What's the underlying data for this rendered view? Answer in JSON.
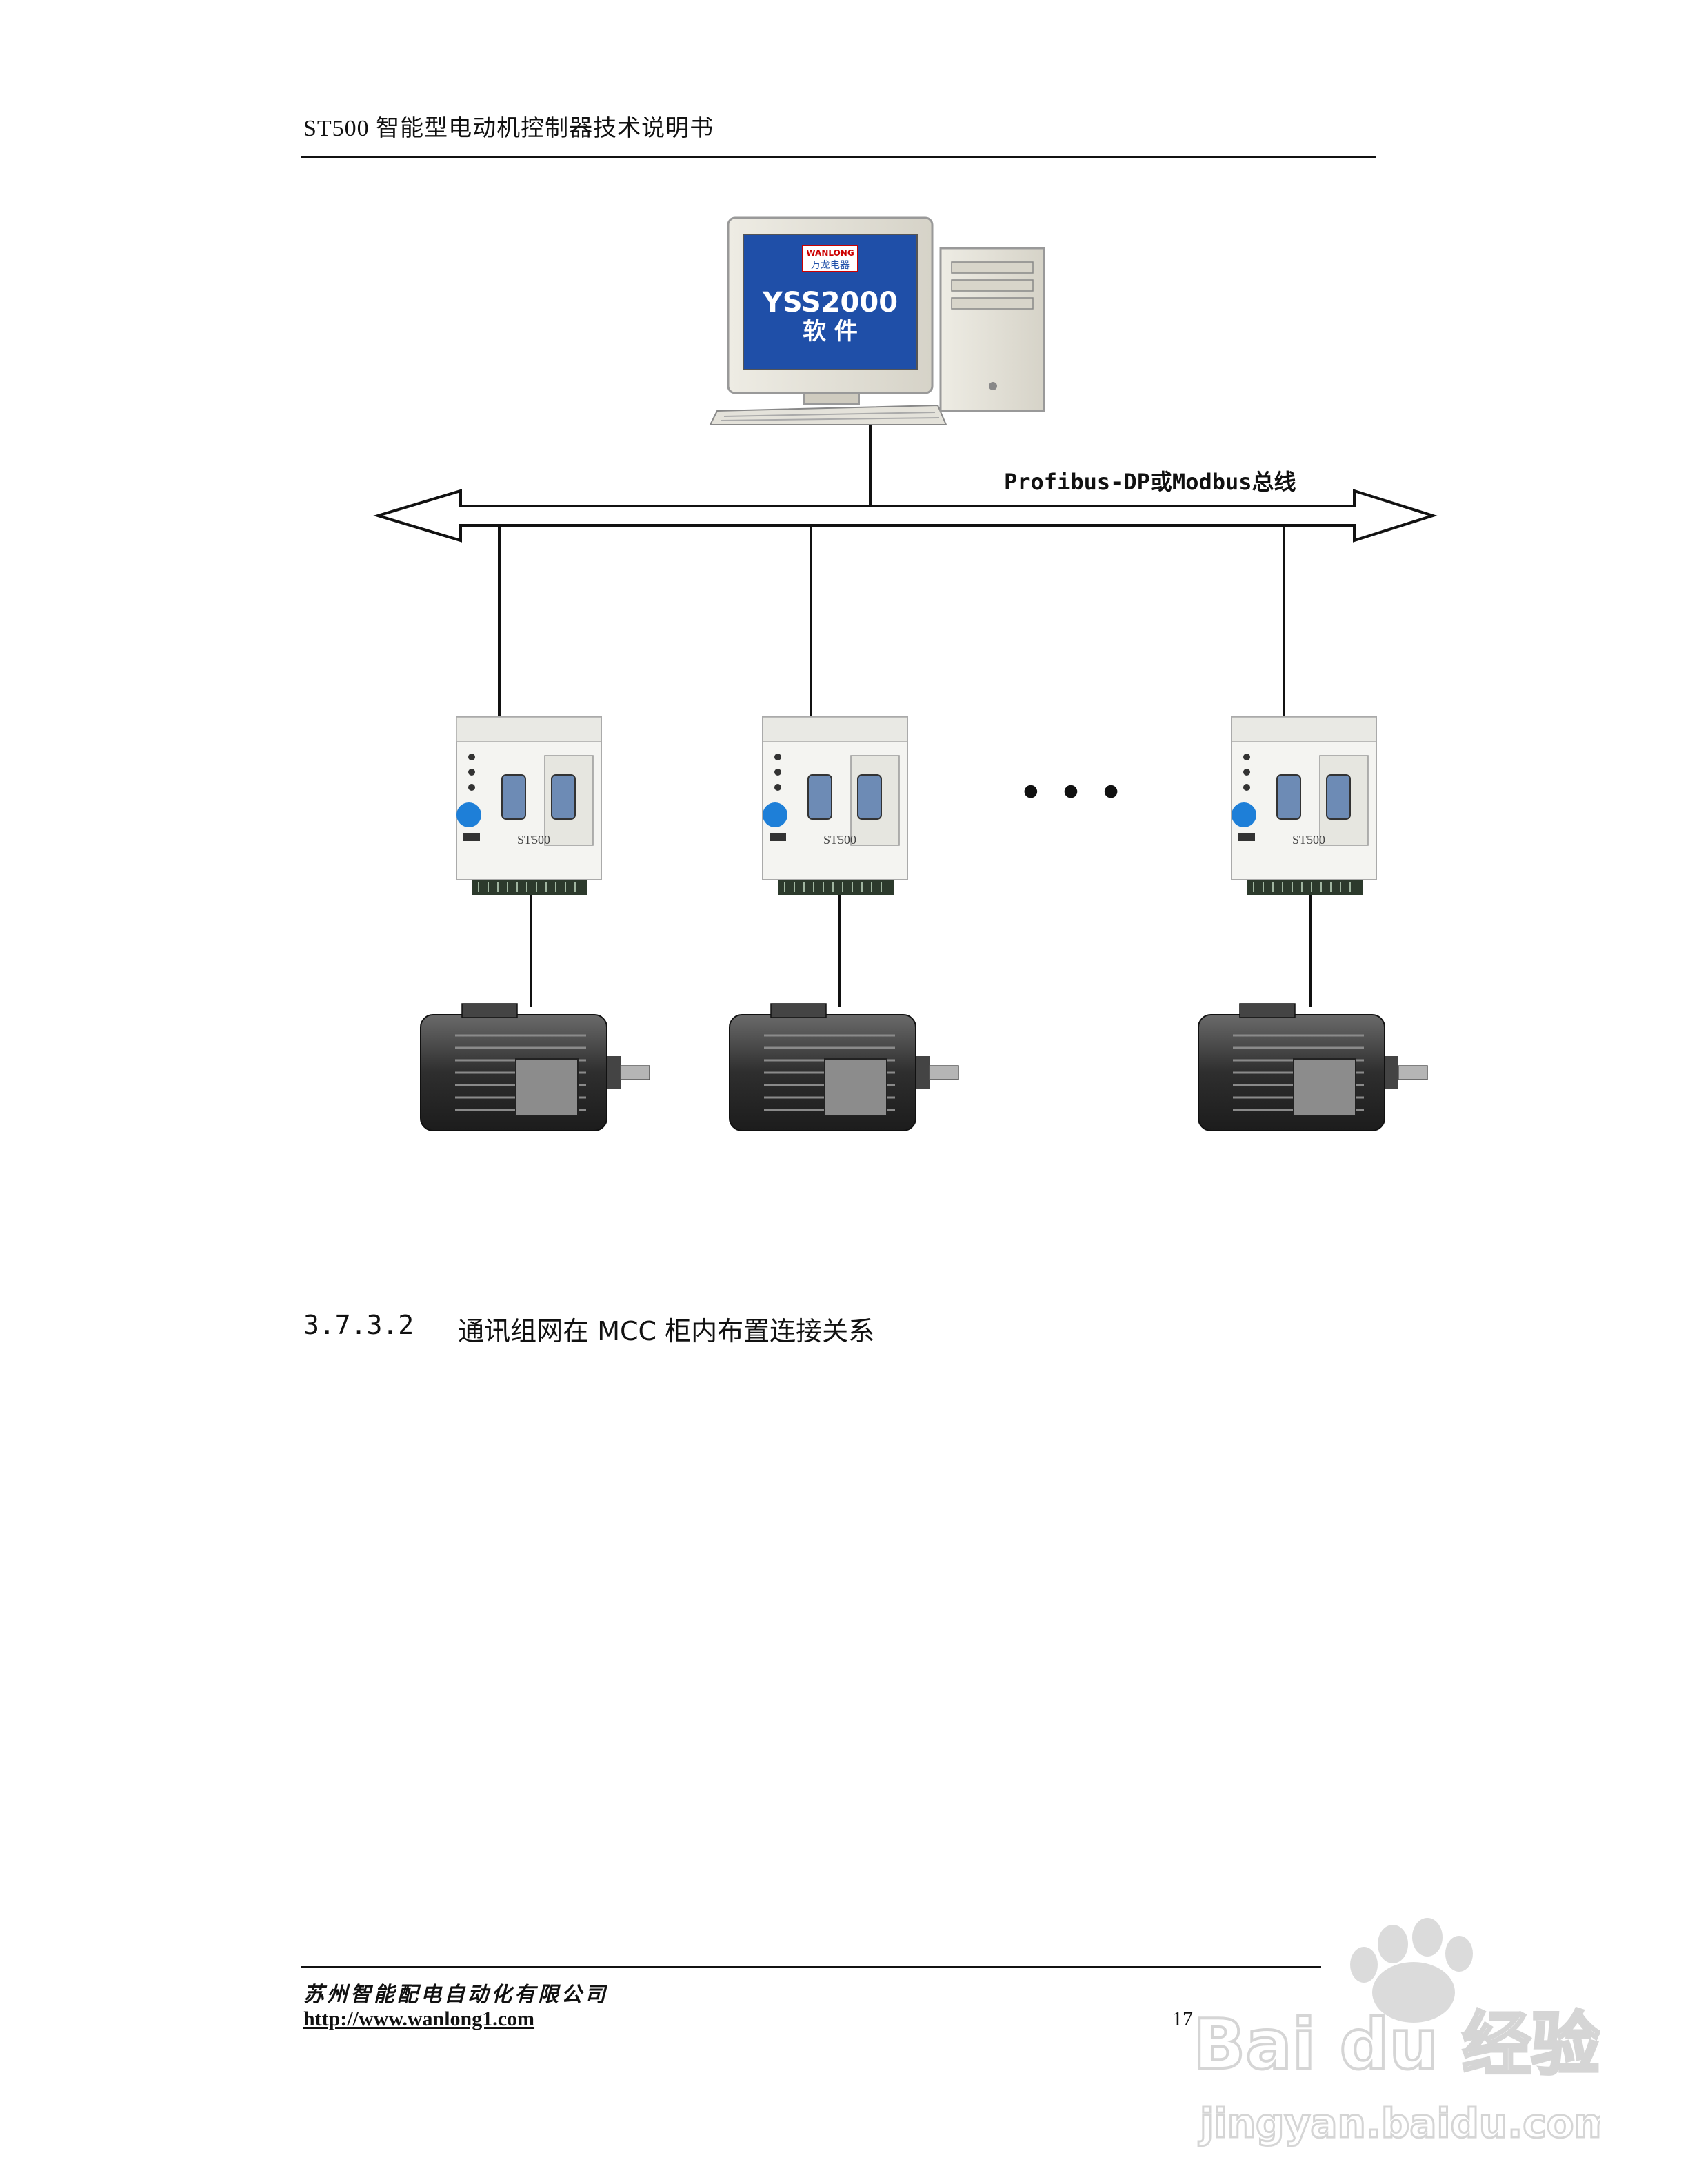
{
  "header": {
    "title": "ST500 智能型电动机控制器技术说明书"
  },
  "diagram": {
    "computer": {
      "screen_brand": "WANLONG",
      "screen_brand_cn": "万龙电器",
      "screen_line1": "YSS2000",
      "screen_line2": "软 件"
    },
    "bus_label": "Profibus-DP或Modbus总线",
    "controller_label": "ST500",
    "ellipsis": "• • •",
    "colors": {
      "screen_blue": "#1f4fa8",
      "module_blue": "#1e7fd8",
      "motor_body": "#3a3a3a",
      "line": "#111111"
    }
  },
  "section": {
    "number": "3.7.3.2",
    "title": "通讯组网在 MCC 柜内布置连接关系"
  },
  "footer": {
    "company": "苏州智能配电自动化有限公司",
    "url": "http://www.wanlong1.com",
    "page": "17"
  },
  "watermark": {
    "brand": "Bai du 经验",
    "domain": "jingyan.baidu.com"
  }
}
